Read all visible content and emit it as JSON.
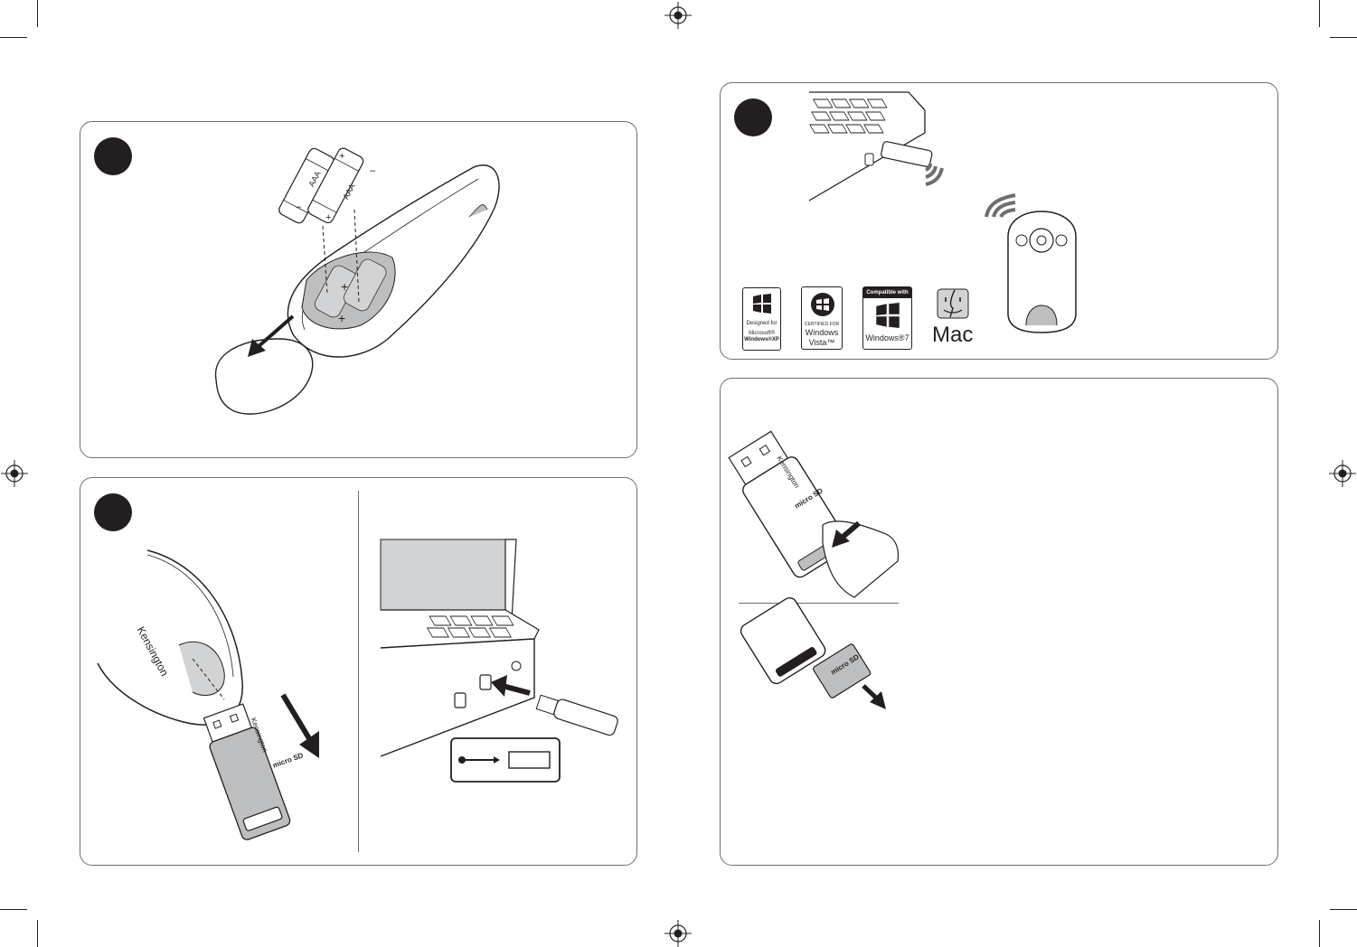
{
  "colors": {
    "ink": "#231f20",
    "border": "#6d6e70",
    "grey": "#bcbec0",
    "screen": "#d1d3d4"
  },
  "step1": {
    "battery_label": "AAA",
    "plus": "+",
    "minus": "–"
  },
  "step2": {
    "brand": "Kensington",
    "dongle_brand": "Kensington",
    "sd_mark": "micro SD"
  },
  "step3": {
    "os_logos": [
      {
        "icon": "windows-flag-icon",
        "top": "",
        "lines": [
          "Designed for",
          "Microsoft®",
          "Windows®XP"
        ]
      },
      {
        "icon": "windows-orb-icon",
        "top": "",
        "lines": [
          "CERTIFIED FOR",
          "Windows",
          "Vista™"
        ]
      },
      {
        "icon": "windows-flag-icon",
        "top": "Compatible with",
        "lines": [
          "Windows®7"
        ]
      },
      {
        "icon": "finder-face-icon",
        "top": "",
        "lines": [
          "Mac"
        ]
      }
    ]
  },
  "step4": {
    "brand": "Kensington",
    "sd_mark": "micro SD"
  }
}
